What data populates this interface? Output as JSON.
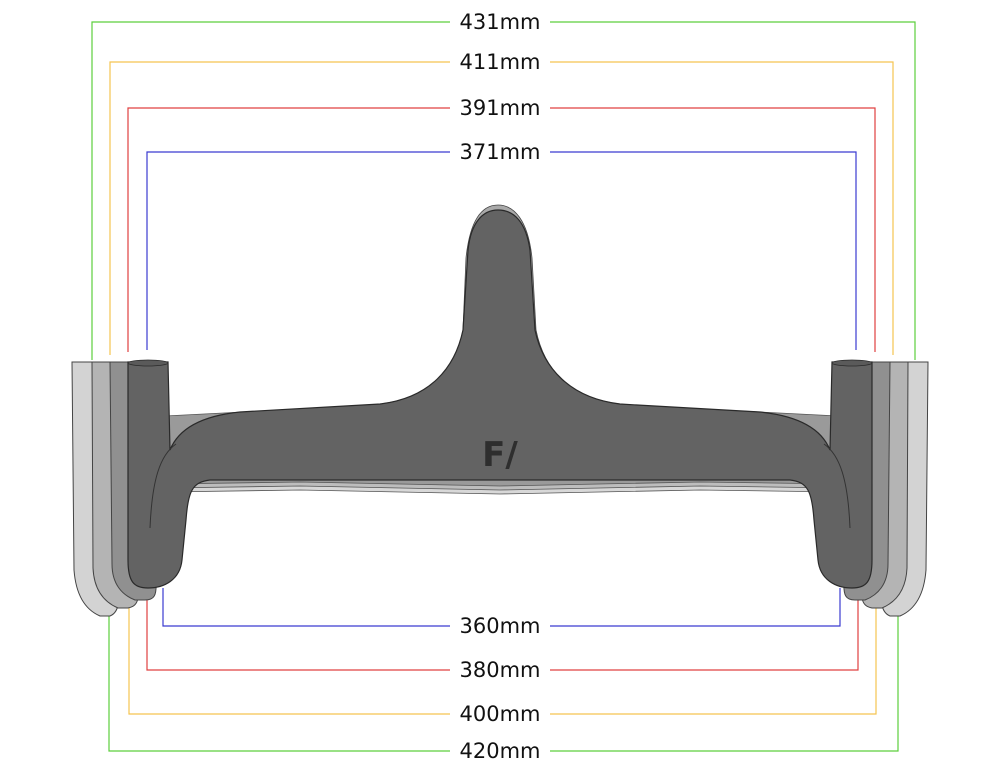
{
  "diagram": {
    "logo_text": "F/",
    "top_widths": [
      {
        "label": "431mm",
        "color": "#5ccf3c"
      },
      {
        "label": "411mm",
        "color": "#f5c451"
      },
      {
        "label": "391mm",
        "color": "#e04040"
      },
      {
        "label": "371mm",
        "color": "#3b3bd0"
      }
    ],
    "bottom_widths": [
      {
        "label": "360mm",
        "color": "#3b3bd0"
      },
      {
        "label": "380mm",
        "color": "#e04040"
      },
      {
        "label": "400mm",
        "color": "#f5c451"
      },
      {
        "label": "420mm",
        "color": "#5ccf3c"
      }
    ],
    "bar_shades": [
      "#d3d3d3",
      "#b4b4b4",
      "#909090",
      "#636363"
    ]
  }
}
